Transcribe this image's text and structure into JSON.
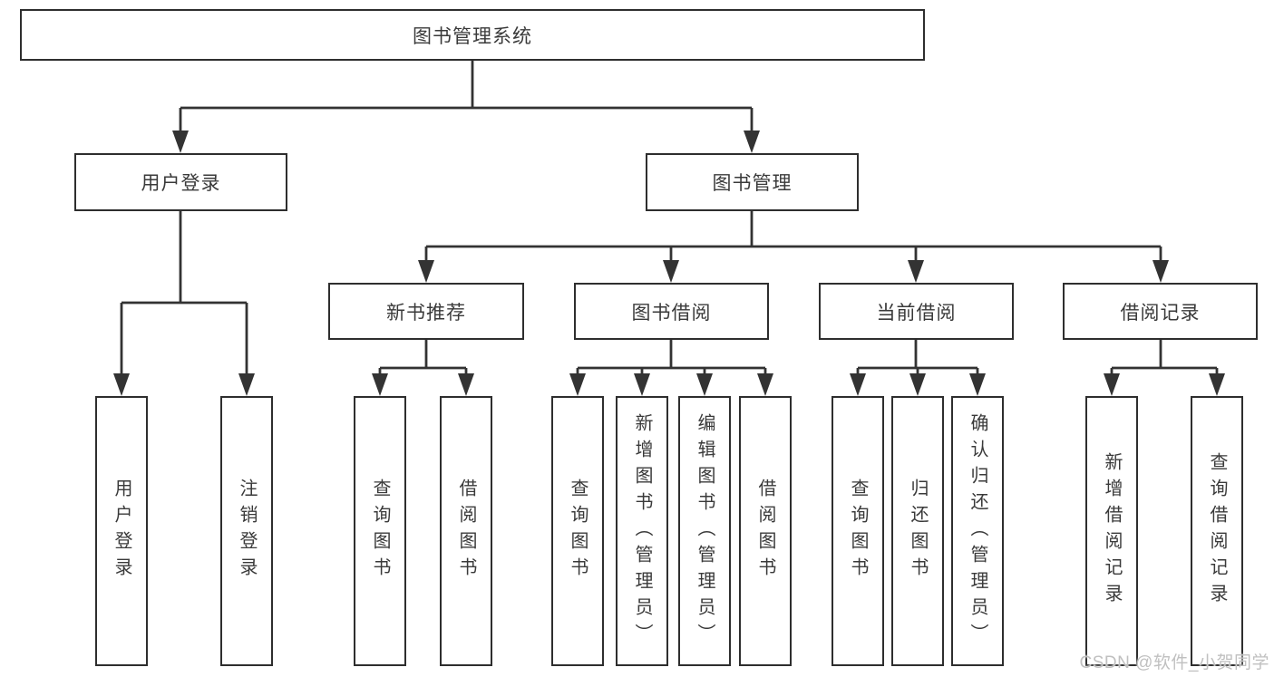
{
  "tree": {
    "label": "图书管理系统",
    "children": [
      {
        "label": "用户登录",
        "children": [
          {
            "label": "用户登录"
          },
          {
            "label": "注销登录"
          }
        ]
      },
      {
        "label": "图书管理",
        "children": [
          {
            "label": "新书推荐",
            "children": [
              {
                "label": "查询图书"
              },
              {
                "label": "借阅图书"
              }
            ]
          },
          {
            "label": "图书借阅",
            "children": [
              {
                "label": "查询图书"
              },
              {
                "label": "新增图书（管理员）"
              },
              {
                "label": "编辑图书（管理员）"
              },
              {
                "label": "借阅图书"
              }
            ]
          },
          {
            "label": "当前借阅",
            "children": [
              {
                "label": "查询图书"
              },
              {
                "label": "归还图书"
              },
              {
                "label": "确认归还（管理员）"
              }
            ]
          },
          {
            "label": "借阅记录",
            "children": [
              {
                "label": "新增借阅记录"
              },
              {
                "label": "查询借阅记录"
              }
            ]
          }
        ]
      }
    ]
  },
  "watermark": {
    "text": "CSDN @软件_小贺同学"
  },
  "colors": {
    "line": "#333333",
    "border": "#2e2e2e",
    "text": "#3a3a3a",
    "watermark": "#c0c0c0",
    "background": "#ffffff"
  }
}
